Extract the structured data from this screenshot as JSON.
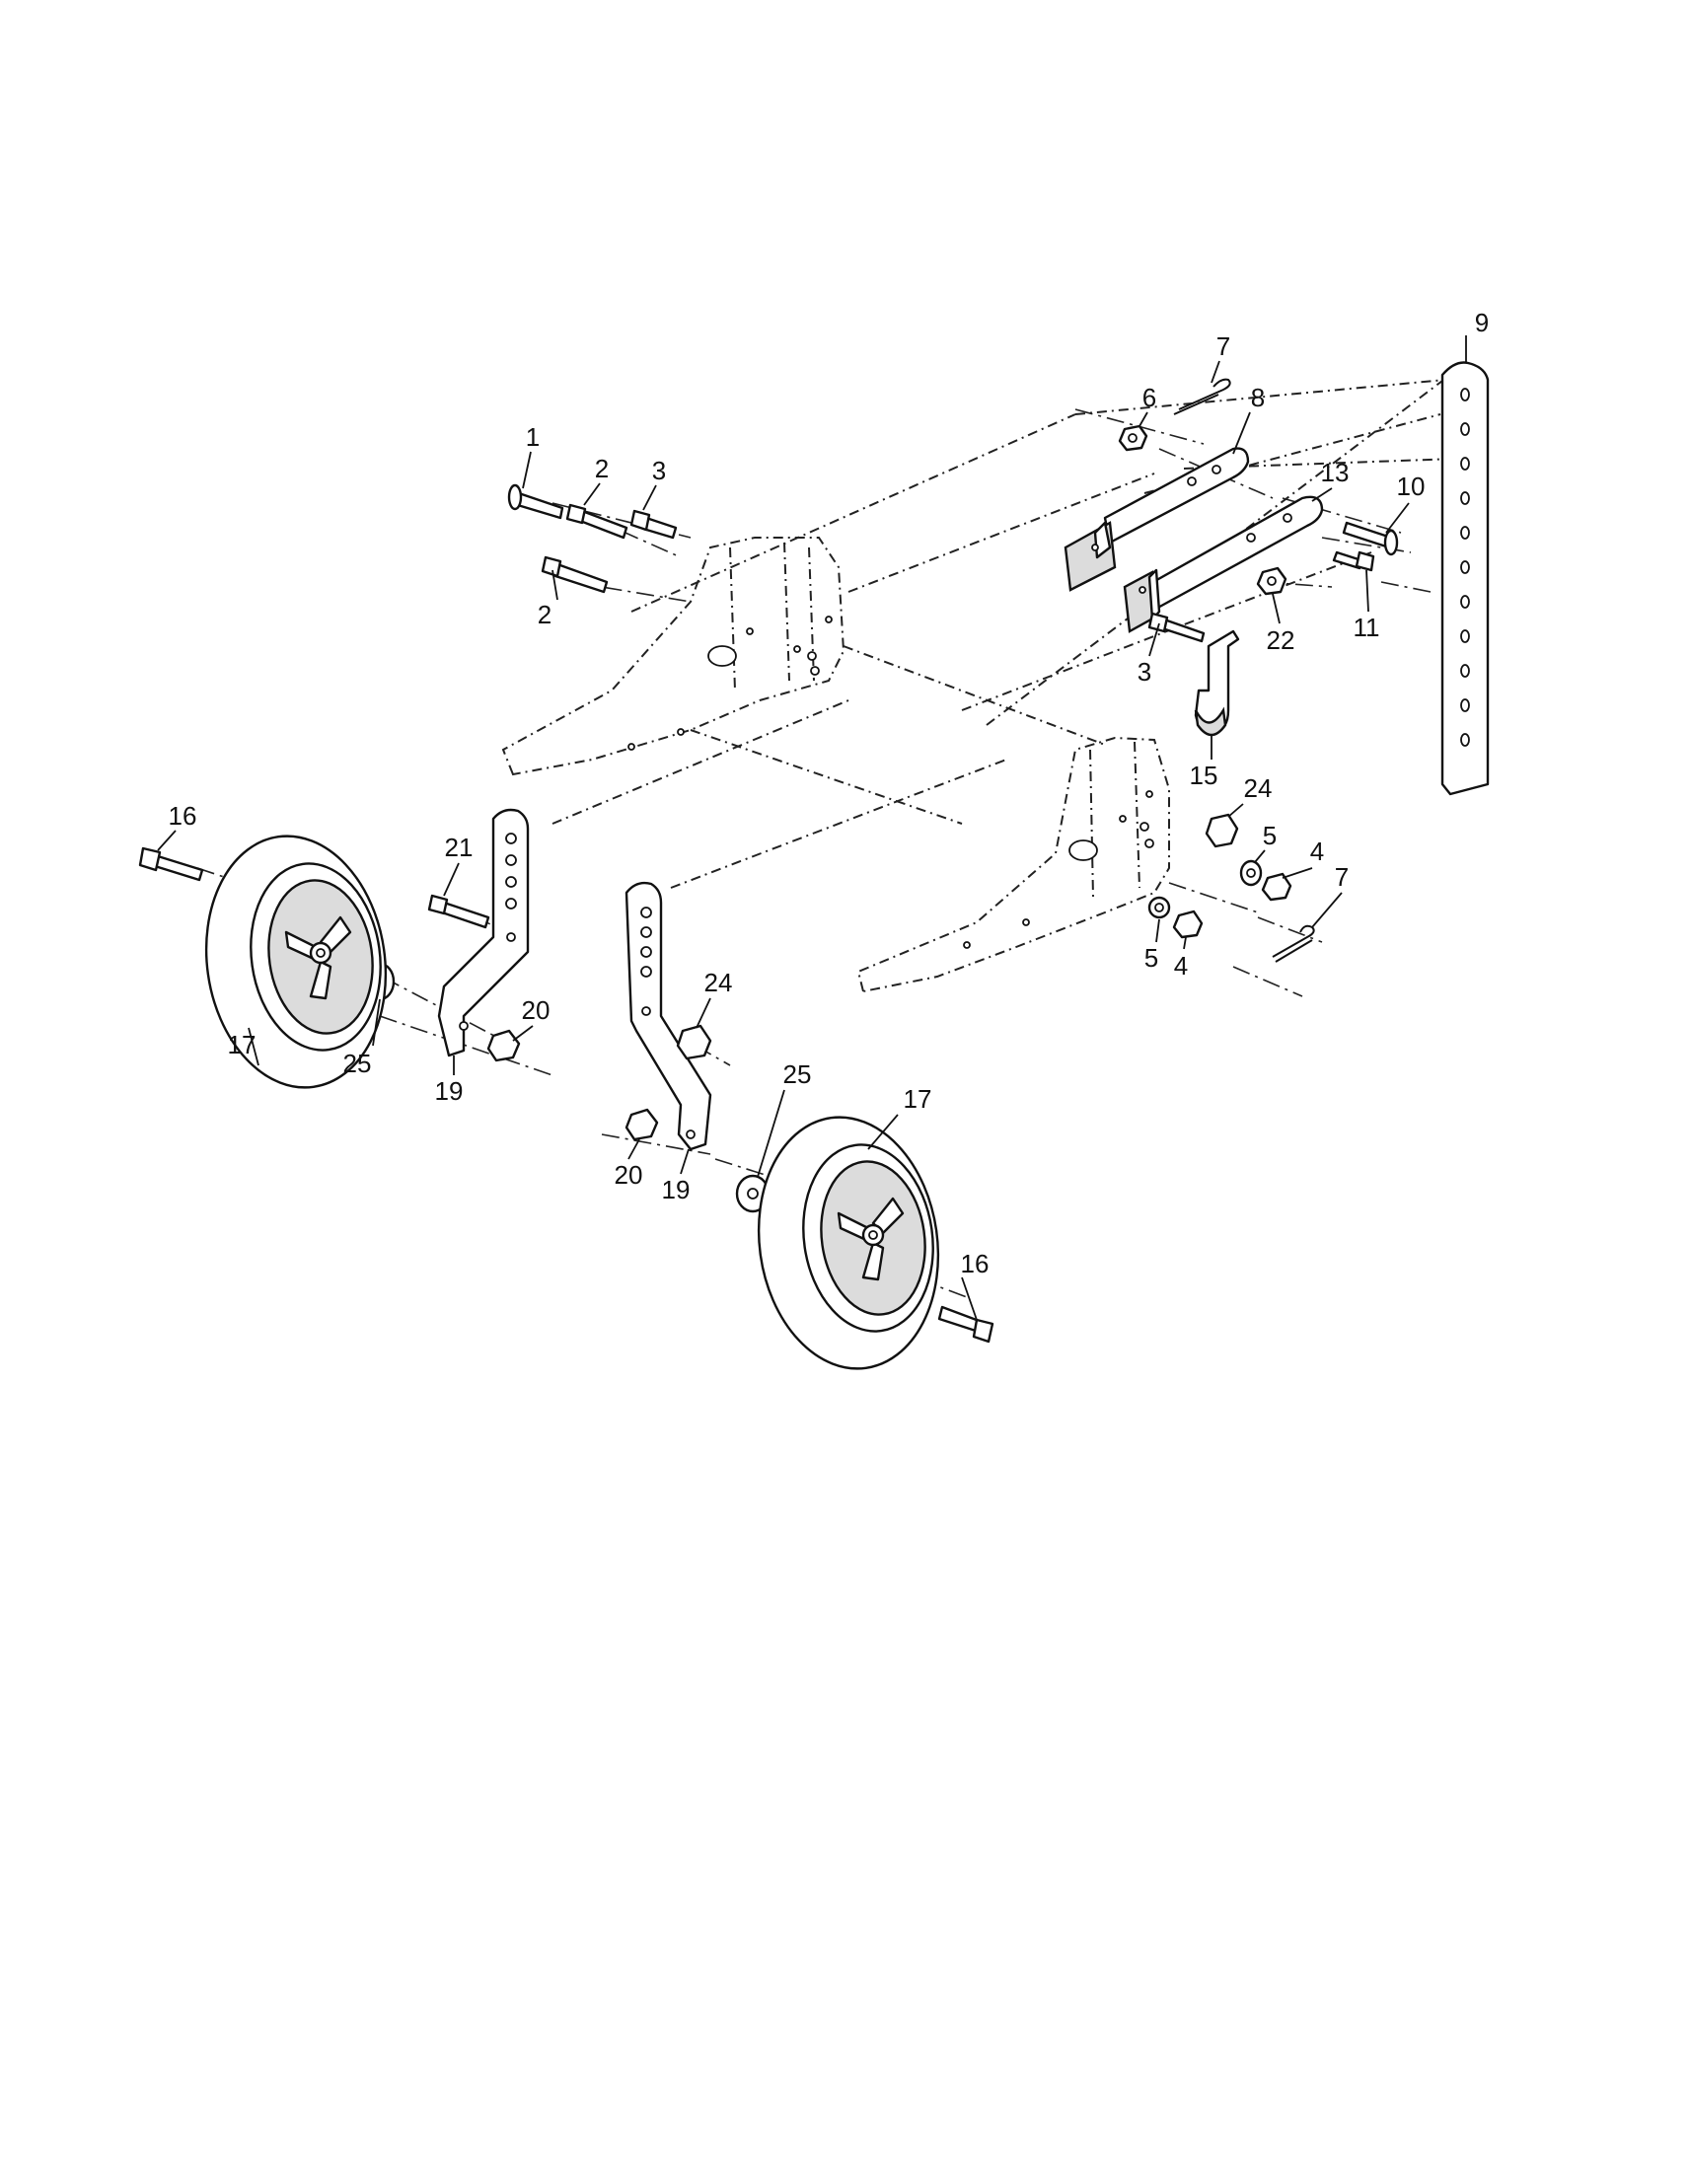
{
  "diagram": {
    "callouts": [
      "1",
      "2",
      "2",
      "3",
      "3",
      "4",
      "4",
      "5",
      "5",
      "6",
      "7",
      "7",
      "8",
      "9",
      "10",
      "11",
      "13",
      "15",
      "16",
      "16",
      "17",
      "17",
      "19",
      "19",
      "20",
      "20",
      "21",
      "22",
      "24",
      "24",
      "25",
      "25"
    ]
  }
}
